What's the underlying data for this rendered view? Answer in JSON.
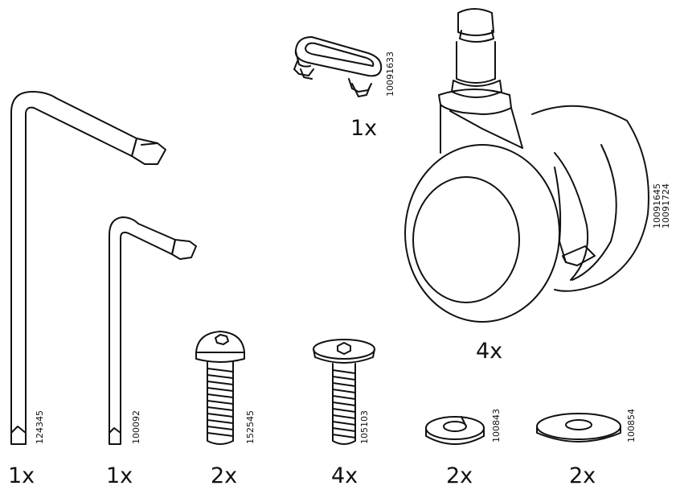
{
  "parts": [
    {
      "name": "long-hex-key",
      "quantity": "1x",
      "part_numbers": [
        "124345"
      ]
    },
    {
      "name": "short-hex-key",
      "quantity": "1x",
      "part_numbers": [
        "100092"
      ]
    },
    {
      "name": "button-head-bolt",
      "quantity": "2x",
      "part_numbers": [
        "152545"
      ]
    },
    {
      "name": "flat-head-bolt",
      "quantity": "4x",
      "part_numbers": [
        "105103"
      ]
    },
    {
      "name": "spring-washer",
      "quantity": "2x",
      "part_numbers": [
        "100843"
      ]
    },
    {
      "name": "flat-washer",
      "quantity": "2x",
      "part_numbers": [
        "100854"
      ]
    },
    {
      "name": "plastic-clip",
      "quantity": "1x",
      "part_numbers": [
        "10091633"
      ]
    },
    {
      "name": "caster-wheel",
      "quantity": "4x",
      "part_numbers": [
        "10091645",
        "10091724"
      ]
    }
  ]
}
